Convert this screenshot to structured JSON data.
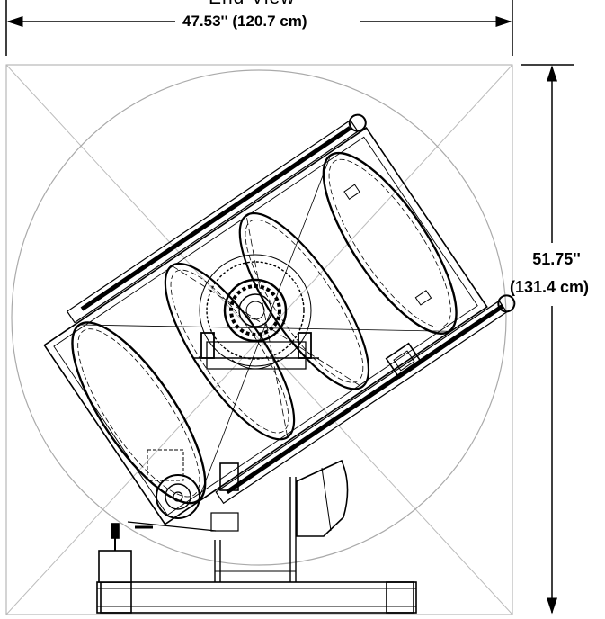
{
  "drawing": {
    "view_title": "End View",
    "width_dimension": "47.53'' (120.7 cm)",
    "height_dimension_imperial": "51.75''",
    "height_dimension_metric": "(131.4 cm)"
  }
}
